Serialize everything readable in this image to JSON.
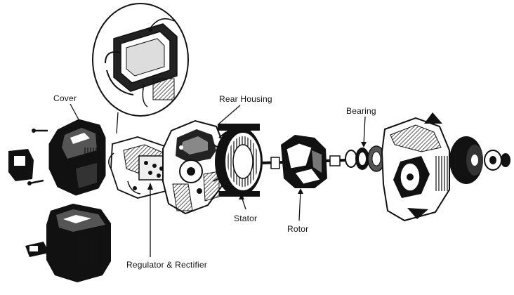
{
  "diagram": {
    "labels": {
      "cover": "Cover",
      "rear_housing": "Rear Housing",
      "bearing": "Bearing",
      "stator": "Stator",
      "rotor": "Rotor",
      "regulator_rectifier": "Regulator & Rectifier"
    },
    "colors": {
      "ink": "#111111",
      "paper": "#ffffff",
      "mid": "#555555",
      "light": "#bbbbbb"
    }
  }
}
